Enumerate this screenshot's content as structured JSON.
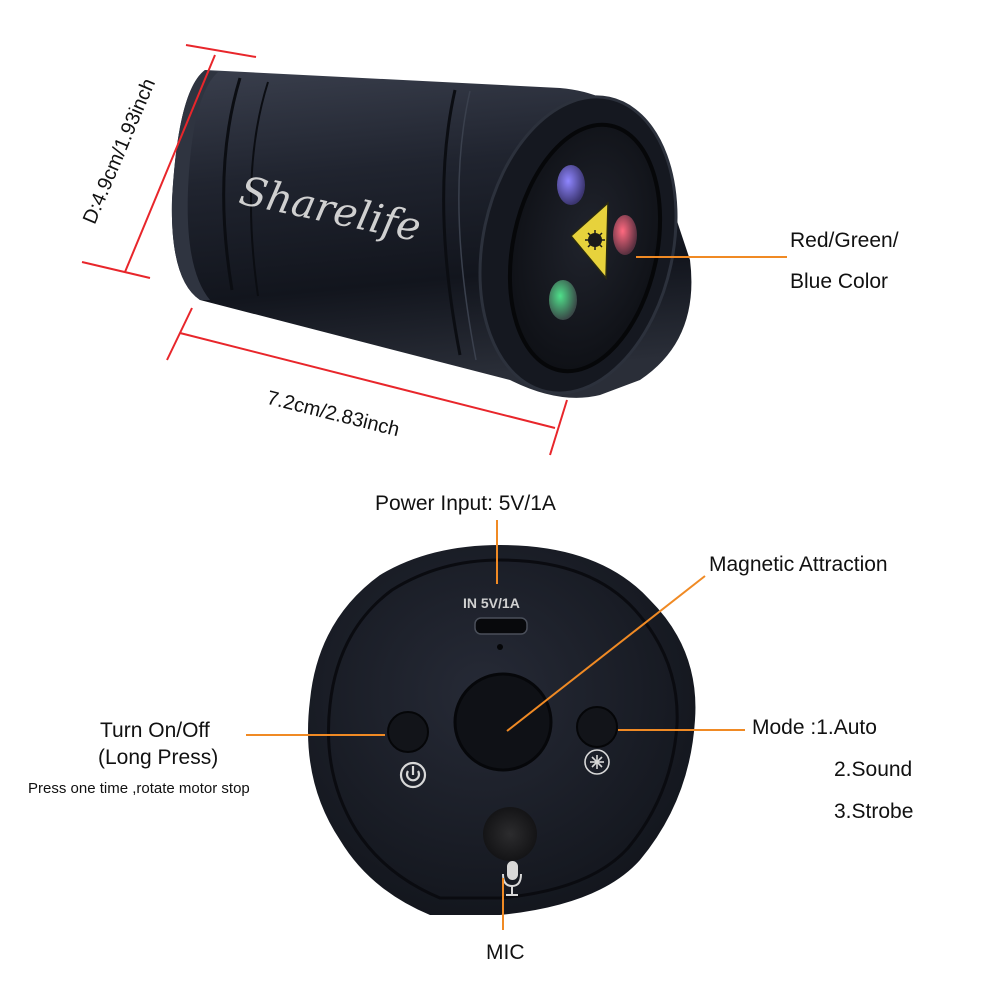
{
  "product": {
    "brand_logo": "Sharelife",
    "side_view": {
      "diameter_label": "D:4.9cm/1.93inch",
      "length_label": "7.2cm/2.83inch",
      "lens_callout": [
        "Red/Green/",
        "Blue Color"
      ],
      "lenses": [
        {
          "color": "blue",
          "hex": "#5a4ad8"
        },
        {
          "color": "red",
          "hex": "#d83a55"
        },
        {
          "color": "green",
          "hex": "#2fa860"
        }
      ],
      "warning_sign": "laser-warning-icon"
    },
    "bottom_view": {
      "port_marking": "IN 5V/1A",
      "callouts": {
        "power_input": "Power Input: 5V/1A",
        "magnetic": "Magnetic Attraction",
        "power_button": [
          "Turn On/Off",
          "(Long Press)"
        ],
        "power_button_note": "Press one time ,rotate motor stop",
        "mode_title": "Mode :1.Auto",
        "mode_items": [
          "2.Sound",
          "3.Strobe"
        ],
        "mic": "MIC"
      },
      "icons": [
        "power-icon",
        "laser-mode-icon",
        "microphone-icon"
      ]
    }
  },
  "colors": {
    "dimension_line": "#e8262b",
    "callout_line": "#f08a24",
    "body": "#1b1f2a"
  }
}
